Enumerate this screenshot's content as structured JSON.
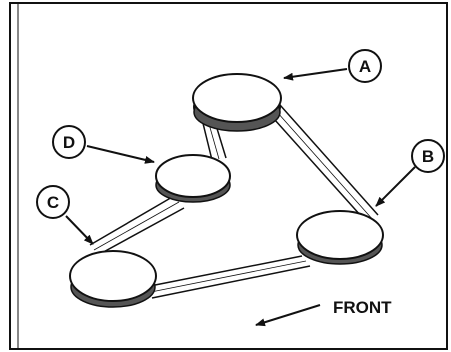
{
  "diagram": {
    "pulleys": [
      {
        "id": "A",
        "label": "A"
      },
      {
        "id": "B",
        "label": "B"
      },
      {
        "id": "C",
        "label": "C"
      },
      {
        "id": "D",
        "label": "D"
      }
    ],
    "direction_label": "FRONT"
  }
}
